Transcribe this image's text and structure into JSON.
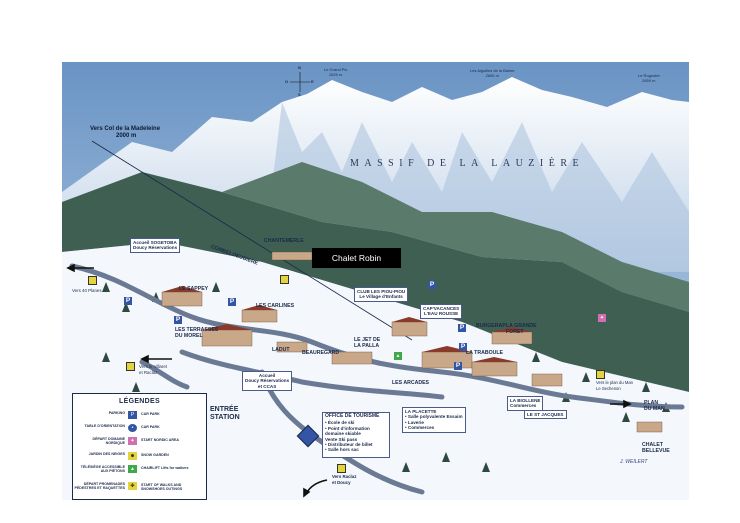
{
  "compass": {
    "n": "N",
    "s": "S",
    "e": "E",
    "w": "O"
  },
  "peaks": [
    {
      "name": "Le Grand Pic",
      "alt": "2829 m"
    },
    {
      "name": "Les Aiguilles de la Balme",
      "alt": "2696 m"
    },
    {
      "name": "Le Rognolet",
      "alt": "2659 m"
    }
  ],
  "massif": "MASSIF DE LA LAUZIÈRE",
  "col": {
    "line1": "Vers Col de la Madeleine",
    "line2": "2000 m"
  },
  "callout": "Chalet Robin",
  "places": {
    "accueil_sogetoba": "Accueil SOGETOBA",
    "accueil_sogetoba_sub": "Doucy Réservations",
    "combeloeubiere": "COMBELOEUBIERE",
    "chantemerle": "CHANTEMERLE",
    "vers_40_planes": "Vers 40 Planes",
    "le_sappey": "LE SAPPEY",
    "les_carlines": "LES CARLINES",
    "club_1": "CLUB LES PIOU-PIOU",
    "club_2": "Le Village d'Enfants",
    "cap_1": "CAP'VACANCES",
    "cap_2": "L'EAU ROUSSE",
    "terrasses_1": "LES TERRASSES",
    "terrasses_2": "DU MOREL",
    "burgerap": "BURGERAP",
    "grande_foret_1": "LA GRANDE",
    "grande_foret_2": "FORET",
    "jet_1": "LE JET DE",
    "jet_2": "LA PALLA",
    "la_traboule": "LA TRABOULE",
    "ladut": "LADUT",
    "beauregard": "BEAUREGARD",
    "vers_villaret_1": "Vers le Villaret",
    "vers_villaret_2": "et Raclaz",
    "accueil_ccas_1": "Accueil",
    "accueil_ccas_2": "Doucy Réservations",
    "accueil_ccas_3": "et CCAS",
    "les_arcades": "LES ARCADES",
    "vers_plan_1": "Vers le plan du Man",
    "vers_plan_2": "Le Sechenon",
    "entree_1": "ENTRÉE",
    "entree_2": "STATION",
    "biollene_1": "LA BIOLLENE",
    "biollene_2": "Commerces",
    "plan_man_1": "PLAN",
    "plan_man_2": "DU MAN",
    "st_jacques": "LE ST JACQUES",
    "placette": [
      "LA PLACETTE",
      "• Salle polyvalente Essaim",
      "• Laverie",
      "• Commerces"
    ],
    "chalet_bellevue_1": "CHALET",
    "chalet_bellevue_2": "BELLEVUE",
    "vers_raclaz_1": "Vers Raclaz",
    "vers_raclaz_2": "et Doucy"
  },
  "office": {
    "title": "OFFICE DE TOURISME",
    "lines": [
      "• École de ski",
      "• Point d'information",
      "  domaine skiable",
      "  Vente Ski pass",
      "• Distributeur de billet",
      "• Salle hors sac"
    ]
  },
  "legend": {
    "title": "LÉGENDES",
    "rows": [
      {
        "left": "PARKING",
        "right": "CAR PARK",
        "icon": "P",
        "color": "#3455a4"
      },
      {
        "left": "TABLE D'ORIENTATION",
        "right": "CAR PARK",
        "icon": "•",
        "color": "#3455a4"
      },
      {
        "left": "DÉPART DOMAINE NORDIQUE",
        "right": "START NORDIC AREA",
        "icon": "✦",
        "color": "#d070b0"
      },
      {
        "left": "JARDIN DES NEIGES",
        "right": "SNOW GARDEN",
        "icon": "☻",
        "color": "#e2d43a"
      },
      {
        "left": "TÉLÉSIÈGE ACCESSIBLE AUX PIÉTONS",
        "right": "CHAIRLIFT Lifts for walkers",
        "icon": "▲",
        "color": "#3fa84a"
      },
      {
        "left": "DÉPART PROMENADES PÉDESTRES ET RAQUETTES",
        "right": "START OF WALKS AND SNOWSHOES OUTINGS",
        "icon": "✤",
        "color": "#e2d43a"
      }
    ]
  },
  "signature": "J. WEILERT",
  "colors": {
    "road": "#6b7a94",
    "snow": "#f4f7fb",
    "forest": "#3f5f52",
    "sky": "#7fa6cc",
    "parking": "#3455a4"
  }
}
